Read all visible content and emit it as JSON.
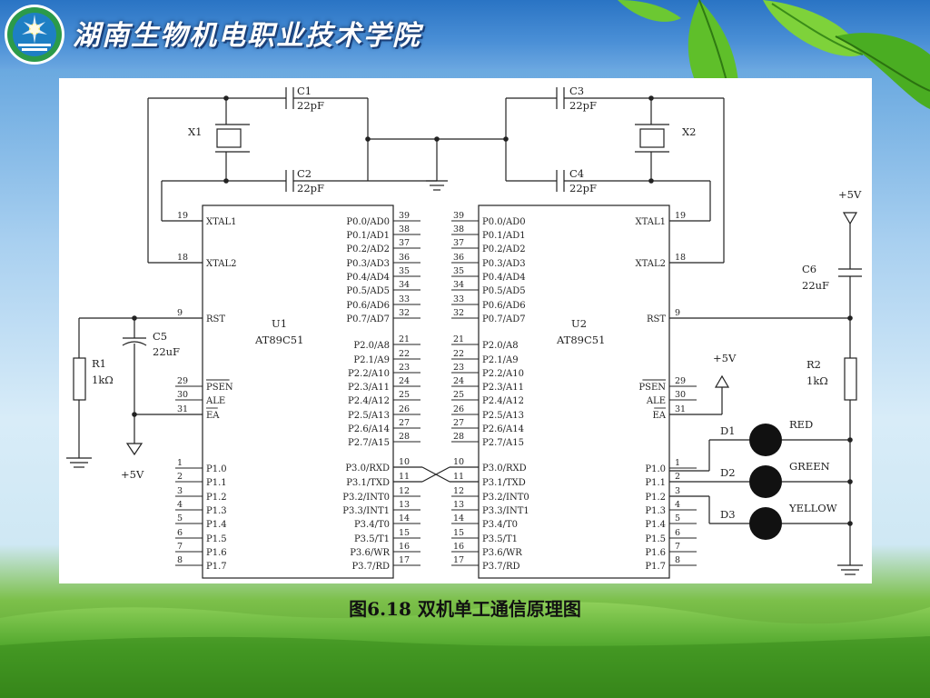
{
  "header": {
    "school_name": "湖南生物机电职业技术学院"
  },
  "caption": "图6.18  双机单工通信原理图",
  "components": {
    "c1": {
      "name": "C1",
      "value": "22pF"
    },
    "c2": {
      "name": "C2",
      "value": "22pF"
    },
    "c3": {
      "name": "C3",
      "value": "22pF"
    },
    "c4": {
      "name": "C4",
      "value": "22pF"
    },
    "x1": {
      "name": "X1"
    },
    "x2": {
      "name": "X2"
    },
    "c5": {
      "name": "C5",
      "value": "22uF"
    },
    "c6": {
      "name": "C6",
      "value": "22uF"
    },
    "r1": {
      "name": "R1",
      "value": "1kΩ"
    },
    "r2": {
      "name": "R2",
      "value": "1kΩ"
    },
    "vcc_left": "+5V",
    "vcc_mid": "+5V",
    "vcc_right": "+5V",
    "d1": "D1",
    "d2": "D2",
    "d3": "D3",
    "led_red": "RED",
    "led_green": "GREEN",
    "led_yellow": "YELLOW"
  },
  "u1": {
    "name": "U1",
    "part": "AT89C51"
  },
  "u2": {
    "name": "U2",
    "part": "AT89C51"
  },
  "chip_left_pins": [
    {
      "num": "19",
      "name": "XTAL1"
    },
    {
      "num": "18",
      "name": "XTAL2"
    },
    {
      "num": "9",
      "name": "RST"
    },
    {
      "num": "29",
      "name": "PSEN",
      "bar": true
    },
    {
      "num": "30",
      "name": "ALE"
    },
    {
      "num": "31",
      "name": "EA",
      "bar": true
    },
    {
      "num": "1",
      "name": "P1.0"
    },
    {
      "num": "2",
      "name": "P1.1"
    },
    {
      "num": "3",
      "name": "P1.2"
    },
    {
      "num": "4",
      "name": "P1.3"
    },
    {
      "num": "5",
      "name": "P1.4"
    },
    {
      "num": "6",
      "name": "P1.5"
    },
    {
      "num": "7",
      "name": "P1.6"
    },
    {
      "num": "8",
      "name": "P1.7"
    }
  ],
  "chip_right_pins": [
    {
      "num": "39",
      "name": "P0.0/AD0"
    },
    {
      "num": "38",
      "name": "P0.1/AD1"
    },
    {
      "num": "37",
      "name": "P0.2/AD2"
    },
    {
      "num": "36",
      "name": "P0.3/AD3"
    },
    {
      "num": "35",
      "name": "P0.4/AD4"
    },
    {
      "num": "34",
      "name": "P0.5/AD5"
    },
    {
      "num": "33",
      "name": "P0.6/AD6"
    },
    {
      "num": "32",
      "name": "P0.7/AD7"
    },
    {
      "num": "21",
      "name": "P2.0/A8"
    },
    {
      "num": "22",
      "name": "P2.1/A9"
    },
    {
      "num": "23",
      "name": "P2.2/A10"
    },
    {
      "num": "24",
      "name": "P2.3/A11"
    },
    {
      "num": "25",
      "name": "P2.4/A12"
    },
    {
      "num": "26",
      "name": "P2.5/A13"
    },
    {
      "num": "27",
      "name": "P2.6/A14"
    },
    {
      "num": "28",
      "name": "P2.7/A15"
    },
    {
      "num": "10",
      "name": "P3.0/RXD"
    },
    {
      "num": "11",
      "name": "P3.1/TXD"
    },
    {
      "num": "12",
      "name": "P3.2/INT0"
    },
    {
      "num": "13",
      "name": "P3.3/INT1"
    },
    {
      "num": "14",
      "name": "P3.4/T0"
    },
    {
      "num": "15",
      "name": "P3.5/T1"
    },
    {
      "num": "16",
      "name": "P3.6/WR"
    },
    {
      "num": "17",
      "name": "P3.7/RD"
    }
  ]
}
